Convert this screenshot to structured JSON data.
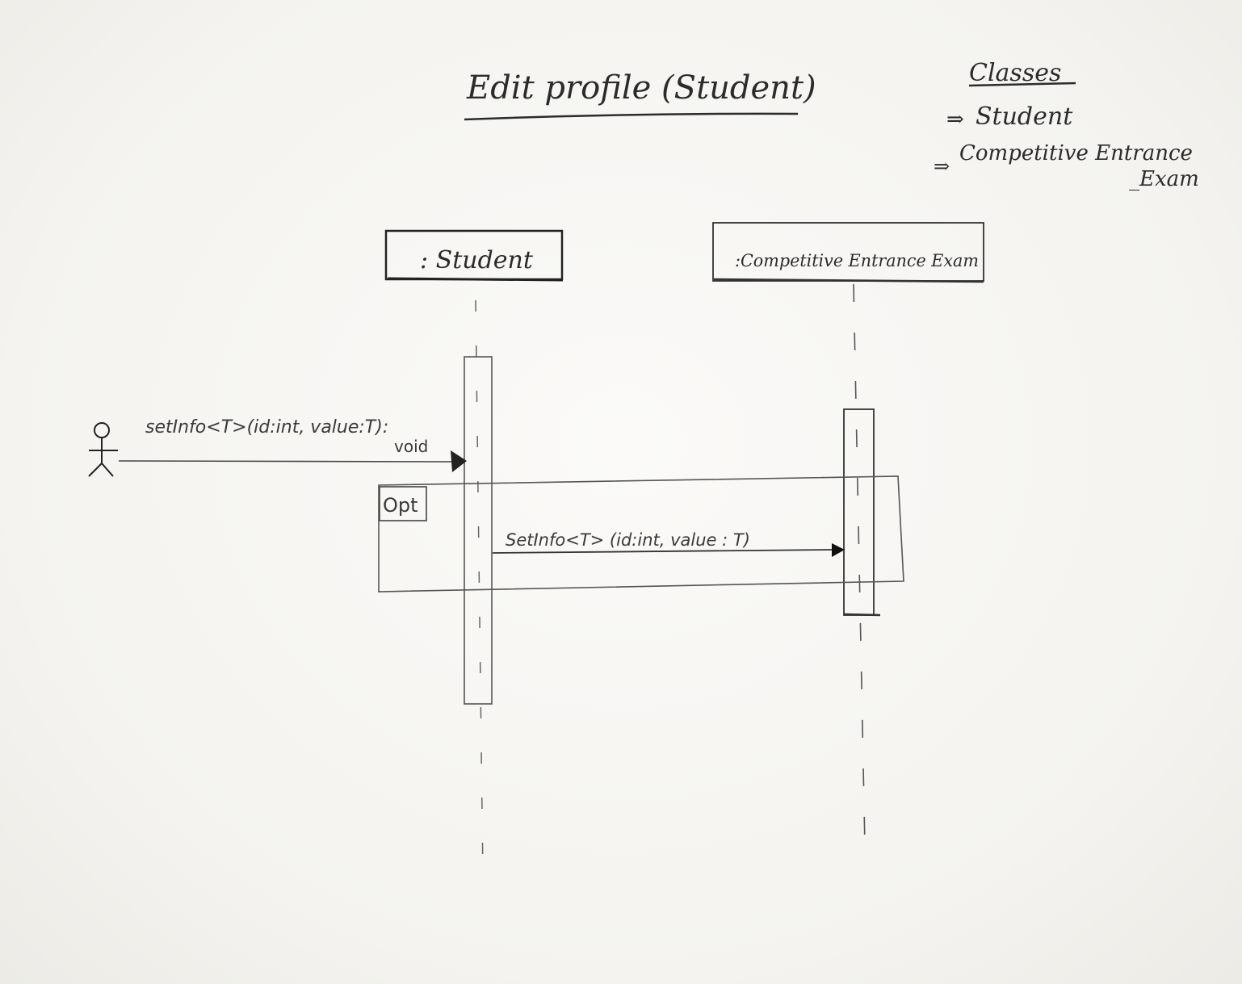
{
  "diagram": {
    "title": "Edit profile (Student)",
    "classes_panel": {
      "heading": "Classes",
      "items": [
        {
          "arrow": "⇒",
          "text": "Student"
        },
        {
          "arrow": "⇒",
          "text": "Competitive Entrance"
        },
        {
          "arrow": "",
          "text": "_Exam"
        }
      ]
    },
    "lifelines": [
      {
        "id": "student",
        "label": ": Student"
      },
      {
        "id": "exam",
        "label": ":Competitive Entrance Exam"
      }
    ],
    "actor": {
      "label": ""
    },
    "messages": [
      {
        "from": "actor",
        "to": "student",
        "line1": "setInfo<T>(id:int, value:T):",
        "line2": "void"
      },
      {
        "from": "student",
        "to": "exam",
        "line1": "SetInfo<T> (id:int, value : T)",
        "line2": ""
      }
    ],
    "fragment": {
      "operator": "Opt"
    },
    "colors": {
      "paper": "#f6f5f2",
      "ink": "#2b2b2b",
      "pencil": "#6b6b6b"
    }
  }
}
